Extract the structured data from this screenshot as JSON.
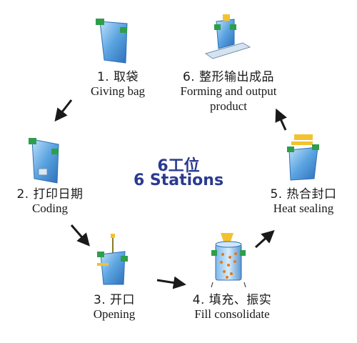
{
  "center": {
    "title_cn": "6工位",
    "title_en": "6 Stations"
  },
  "stations": [
    {
      "cn": "1. 取袋",
      "en": "Giving bag"
    },
    {
      "cn": "2. 打印日期",
      "en": "Coding"
    },
    {
      "cn": "3. 开口",
      "en": "Opening"
    },
    {
      "cn": "4. 填充、振实",
      "en": "Fill consolidate"
    },
    {
      "cn": "5. 热合封口",
      "en": "Heat sealing"
    },
    {
      "cn": "6. 整形输出成品",
      "en_line1": "Forming and output",
      "en_line2": "product"
    }
  ],
  "colors": {
    "bag_blue": "#5aa3e0",
    "clip_green": "#2e9e4a",
    "accent_yellow": "#f2c230",
    "arrow": "#1a1a1a",
    "title": "#2b3a8f"
  }
}
